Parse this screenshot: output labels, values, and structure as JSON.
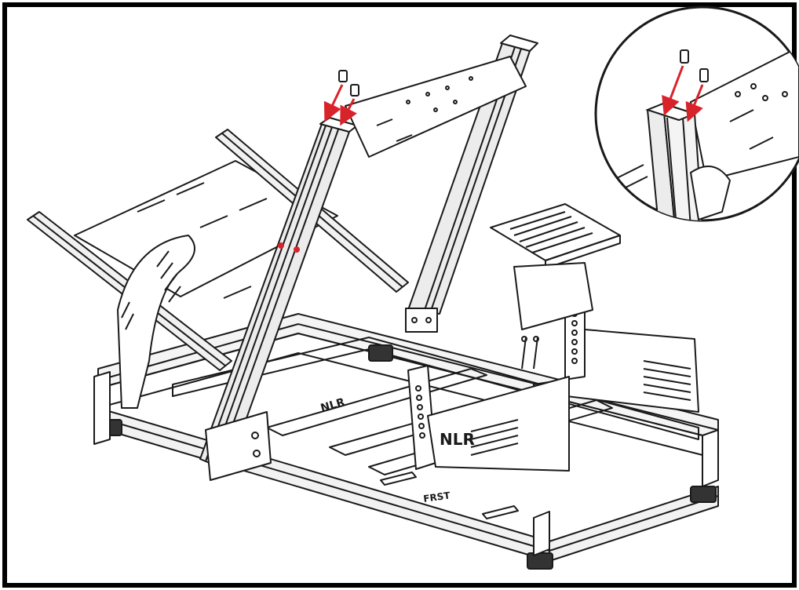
{
  "figure": {
    "border_color": "#000000",
    "line_color": "#1a1a1a",
    "arrow_color": "#d9232a",
    "marker_color": "#d9232a",
    "detail_inset_shape": "circle"
  },
  "labels": {
    "brand_on_base_bracket": "NLR",
    "brand_on_seat_bracket": "NLR",
    "brand_on_front_crossbar": "FRST"
  },
  "parts": {
    "insert_pieces_main": 2,
    "insert_pieces_detail": 2,
    "red_alignment_dots": 2
  }
}
